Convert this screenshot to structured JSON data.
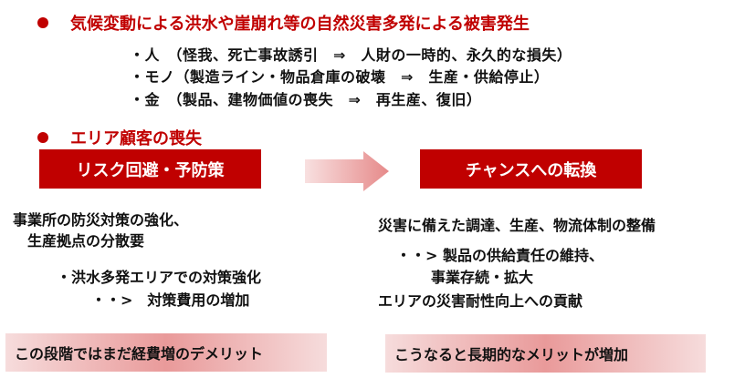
{
  "section1": {
    "heading": "気候変動による洪水や崖崩れ等の自然災害多発による被害発生",
    "items": [
      "・人　（怪我、死亡事故誘引　⇒　人財の一時的、永久的な損失）",
      "・モノ（製造ライン・物品倉庫の破壊　⇒　生産・供給停止）",
      "・金　（製品、建物価値の喪失　⇒　再生産、復旧）"
    ]
  },
  "section2": {
    "heading": "エリア顧客の喪失"
  },
  "left": {
    "title": "リスク回避・予防策",
    "lines": [
      "事業所の防災対策の強化、",
      "生産拠点の分散要"
    ],
    "sub": [
      "・洪水多発エリアでの対策強化",
      "・・>　対策費用の増加"
    ],
    "note": "この段階ではまだ経費増のデメリット"
  },
  "right": {
    "title": "チャンスへの転換",
    "lines": [
      "災害に備えた調達、生産、物流体制の整備",
      "・・> 製品の供給責任の維持、",
      "事業存続・拡大",
      "エリアの災害耐性向上への貢献"
    ],
    "note": "こうなると長期的なメリットが増加"
  },
  "colors": {
    "accent": "#c00000"
  }
}
